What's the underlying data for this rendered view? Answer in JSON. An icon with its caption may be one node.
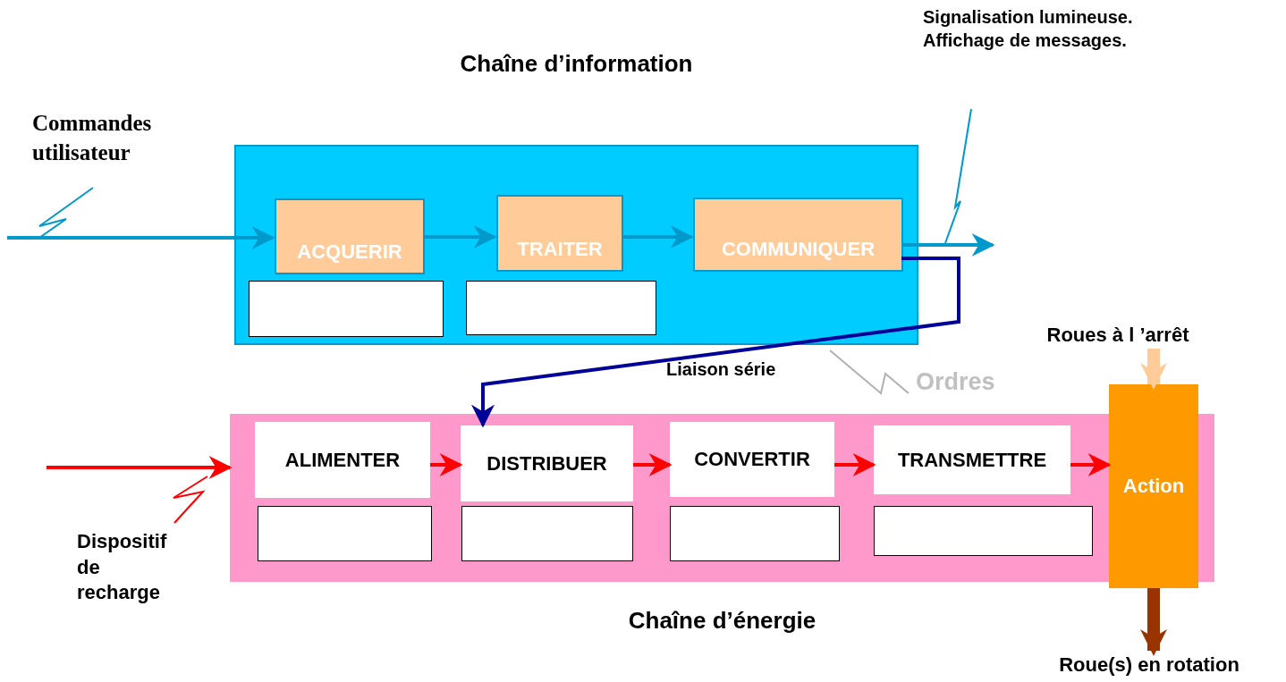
{
  "diagram": {
    "nodes": [
      {
        "text": [
          "Chaîne d’information"
        ]
      },
      {
        "text": [
          "ACQUERIR"
        ],
        "in": 0
      },
      {
        "text": [
          "TRAITER"
        ],
        "in": 0
      },
      {
        "text": [
          "COMMUNIQUER"
        ],
        "in": 0
      },
      {
        "text": [],
        "shape": "box",
        "in": 0
      },
      {
        "text": [],
        "shape": "box",
        "in": 0
      },
      {
        "text": [
          "Chaîne d’énergie"
        ]
      },
      {
        "text": [
          "ALIMENTER"
        ],
        "in": 6
      },
      {
        "text": [
          "DISTRIBUER"
        ],
        "in": 6
      },
      {
        "text": [
          "CONVERTIR"
        ],
        "in": 6
      },
      {
        "text": [
          "TRANSMETTRE"
        ],
        "in": 6
      },
      {
        "text": [],
        "shape": "box",
        "in": 6
      },
      {
        "text": [],
        "shape": "box",
        "in": 6
      },
      {
        "text": [],
        "shape": "box",
        "in": 6
      },
      {
        "text": [],
        "shape": "box",
        "in": 6
      },
      {
        "text": [
          "Action"
        ]
      },
      {
        "text": [
          "Roues à l ’arrêt"
        ]
      },
      {
        "text": [
          "Roue(s) en rotation"
        ]
      }
    ],
    "edges": [
      {
        "from": null,
        "to": 1,
        "arrow": "to",
        "color": "#0099cc"
      },
      {
        "from": 1,
        "to": 2,
        "arrow": "to",
        "color": "#0099cc"
      },
      {
        "from": 2,
        "to": 3,
        "arrow": "to",
        "color": "#0099cc"
      },
      {
        "from": 3,
        "to": null,
        "arrow": "to",
        "color": "#0099cc"
      },
      {
        "from": 3,
        "to": 8,
        "arrow": "to",
        "label": "Liaison série",
        "color": "#000099"
      },
      {
        "from": null,
        "to": 6,
        "arrow": "to"
      },
      {
        "from": 7,
        "to": 8,
        "arrow": "to"
      },
      {
        "from": 8,
        "to": 9,
        "arrow": "to"
      },
      {
        "from": 9,
        "to": 10,
        "arrow": "to"
      },
      {
        "from": 10,
        "to": 15,
        "arrow": "to"
      },
      {
        "from": 16,
        "to": 15,
        "arrow": "to",
        "style": "thick",
        "color": "#ffcc99"
      },
      {
        "from": 15,
        "to": 17,
        "arrow": "to",
        "style": "thick",
        "color": "#993300"
      }
    ],
    "labels": [
      "Signalisation lumineuse. Affichage de messages.",
      "Commandes utilisateur",
      "Ordres",
      "Dispositif de recharge"
    ]
  }
}
